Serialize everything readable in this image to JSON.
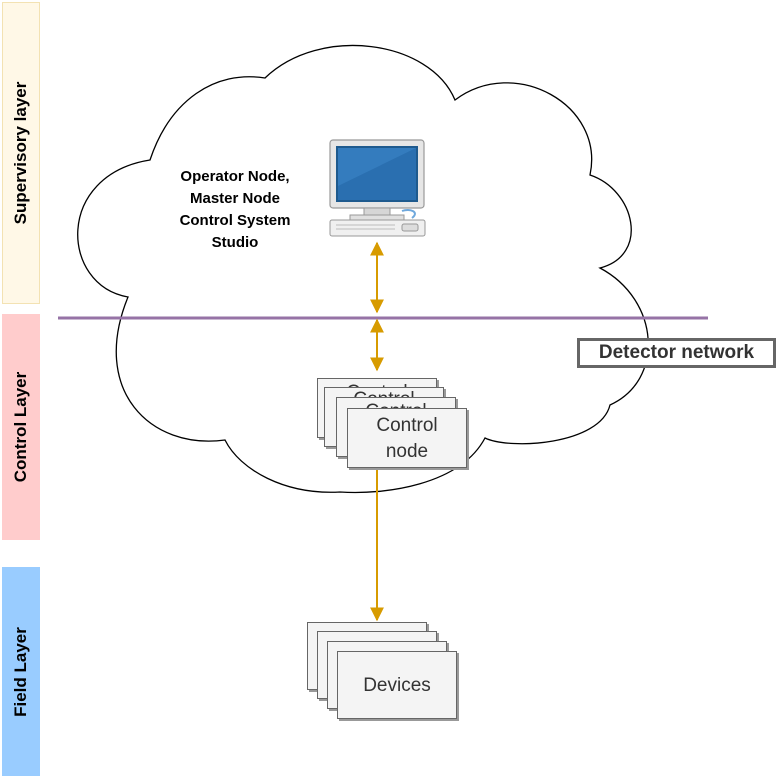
{
  "layers": {
    "supervisory": "Supervisory layer",
    "control": "Control Layer",
    "field": "Field Layer"
  },
  "operator_node": {
    "lines": [
      "Operator Node,",
      "Master Node",
      "Control System",
      "Studio"
    ],
    "icon": "desktop-computer-icon"
  },
  "network": {
    "label": "Detector network",
    "line_color": "#9673a6"
  },
  "control_nodes": {
    "label_line1": "Control",
    "label_line2": "node",
    "stack_count": 4
  },
  "devices": {
    "label": "Devices",
    "stack_count": 4
  },
  "colors": {
    "arrow": "#d79b00",
    "supervisory_band": "#fff8e7",
    "control_band": "#ffcccc",
    "field_band": "#99ccff"
  }
}
